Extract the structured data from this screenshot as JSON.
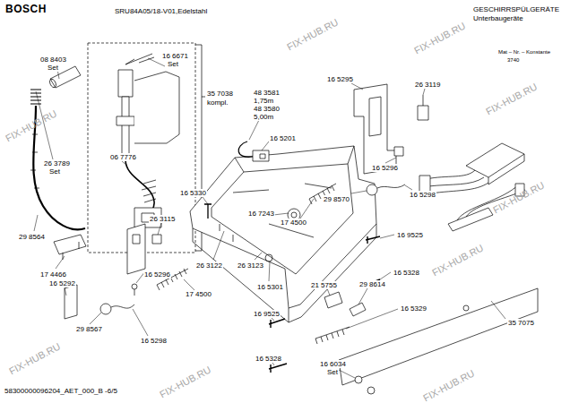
{
  "diagram": {
    "labels": [
      "BOSCH",
      "SRU84A05/18-V01,Edelstahl",
      "GESCHIRRSPÜLGERÄTE",
      "Unterbaugeräte",
      "Mat – Nr. – Konstante",
      "3740",
      "08 8403",
      "Set",
      "16 6671",
      "Set",
      "35 7038",
      "kompl.",
      "26 3789",
      "Set",
      "06 7776",
      "29 8564",
      "17 4466",
      "48 3581",
      "1,75m",
      "48 3580",
      "5,00m",
      "16 5201",
      "16 5295",
      "26 3119",
      "16 5296",
      "29 8570",
      "16 5298",
      "17 4500",
      "16 5330",
      "16 7243",
      "16 9525",
      "26 3115",
      "16 5292",
      "16 5296",
      "17 4500",
      "29 8567",
      "16 5298",
      "26 3122",
      "26 3123",
      "16 5301",
      "16 5328",
      "21 5755",
      "29 8614",
      "16 5329",
      "16 9525",
      "16 5328",
      "16 6034",
      "Set",
      "35 7075",
      "58300000096204_AET_000_B -6/5",
      "FIX-HUB.RU",
      "FIX-HUB.RU",
      "FIX-HUB.RU",
      "FIX-HUB.RU",
      "FIX-HUB.RU",
      "FIX-HUB.RU",
      "FIX-HUB.RU",
      "FIX-HUB.RU",
      "FIX-HUB.RU"
    ]
  }
}
